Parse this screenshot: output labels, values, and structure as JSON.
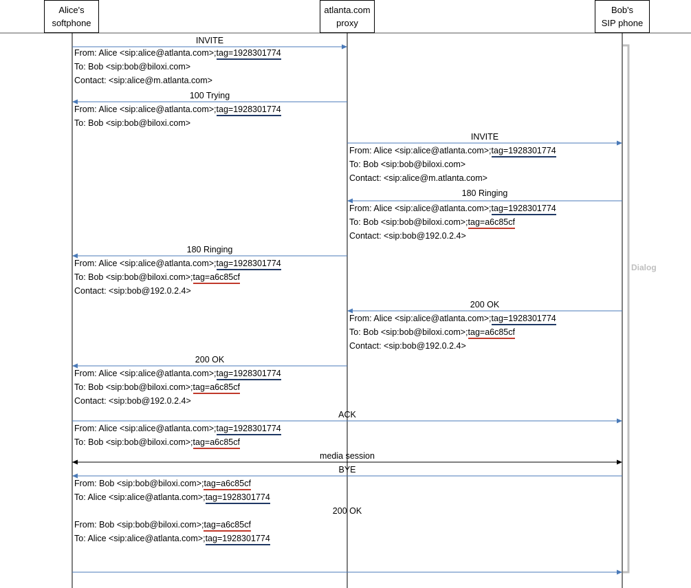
{
  "participants": {
    "alice": {
      "line1": "Alice's",
      "line2": "softphone"
    },
    "proxy": {
      "line1": "atlanta.com",
      "line2": "proxy"
    },
    "bob": {
      "line1": "Bob's",
      "line2": "SIP phone"
    }
  },
  "dialog_label": "Dialog",
  "colors": {
    "arrow": "#4a7ab8",
    "tag_alice": "#1f3864",
    "tag_bob": "#c0392b",
    "dialog_bracket": "#bfbfbf"
  },
  "messages": [
    {
      "label": "INVITE",
      "from": "alice",
      "to": "proxy",
      "headers": [
        {
          "pre": "From: Alice <sip:alice@atlanta.com>;",
          "tag": "tag=1928301774",
          "tag_color": "blue"
        },
        {
          "pre": "To: Bob <sip:bob@biloxi.com>",
          "tag": "",
          "tag_color": ""
        },
        {
          "pre": "Contact: <sip:alice@m.atlanta.com>",
          "tag": "",
          "tag_color": ""
        }
      ]
    },
    {
      "label": "100 Trying",
      "from": "proxy",
      "to": "alice",
      "headers": [
        {
          "pre": "From: Alice <sip:alice@atlanta.com>;",
          "tag": "tag=1928301774",
          "tag_color": "blue"
        },
        {
          "pre": "To: Bob <sip:bob@biloxi.com>",
          "tag": "",
          "tag_color": ""
        }
      ]
    },
    {
      "label": "INVITE",
      "from": "proxy",
      "to": "bob",
      "headers": [
        {
          "pre": "From: Alice <sip:alice@atlanta.com>;",
          "tag": "tag=1928301774",
          "tag_color": "blue"
        },
        {
          "pre": "To: Bob <sip:bob@biloxi.com>",
          "tag": "",
          "tag_color": ""
        },
        {
          "pre": "Contact: <sip:alice@m.atlanta.com>",
          "tag": "",
          "tag_color": ""
        }
      ]
    },
    {
      "label": "180 Ringing",
      "from": "bob",
      "to": "proxy",
      "headers": [
        {
          "pre": "From: Alice <sip:alice@atlanta.com>;",
          "tag": "tag=1928301774",
          "tag_color": "blue"
        },
        {
          "pre": "To: Bob <sip:bob@biloxi.com>;",
          "tag": "tag=a6c85cf",
          "tag_color": "red"
        },
        {
          "pre": "Contact: <sip:bob@192.0.2.4>",
          "tag": "",
          "tag_color": ""
        }
      ]
    },
    {
      "label": "180 Ringing",
      "from": "proxy",
      "to": "alice",
      "headers": [
        {
          "pre": "From: Alice <sip:alice@atlanta.com>;",
          "tag": "tag=1928301774",
          "tag_color": "blue"
        },
        {
          "pre": "To: Bob <sip:bob@biloxi.com>;",
          "tag": "tag=a6c85cf",
          "tag_color": "red"
        },
        {
          "pre": "Contact: <sip:bob@192.0.2.4>",
          "tag": "",
          "tag_color": ""
        }
      ]
    },
    {
      "label": "200 OK",
      "from": "bob",
      "to": "proxy",
      "headers": [
        {
          "pre": "From: Alice <sip:alice@atlanta.com>;",
          "tag": "tag=1928301774",
          "tag_color": "blue"
        },
        {
          "pre": "To: Bob <sip:bob@biloxi.com>;",
          "tag": "tag=a6c85cf",
          "tag_color": "red"
        },
        {
          "pre": "Contact: <sip:bob@192.0.2.4>",
          "tag": "",
          "tag_color": ""
        }
      ]
    },
    {
      "label": "200 OK",
      "from": "proxy",
      "to": "alice",
      "headers": [
        {
          "pre": "From: Alice <sip:alice@atlanta.com>;",
          "tag": "tag=1928301774",
          "tag_color": "blue"
        },
        {
          "pre": "To: Bob <sip:bob@biloxi.com>;",
          "tag": "tag=a6c85cf",
          "tag_color": "red"
        },
        {
          "pre": "Contact: <sip:bob@192.0.2.4>",
          "tag": "",
          "tag_color": ""
        }
      ]
    },
    {
      "label": "ACK",
      "from": "alice",
      "to": "bob",
      "headers": [
        {
          "pre": "From: Alice <sip:alice@atlanta.com>;",
          "tag": "tag=1928301774",
          "tag_color": "blue"
        },
        {
          "pre": "To: Bob <sip:bob@biloxi.com>;",
          "tag": "tag=a6c85cf",
          "tag_color": "red"
        }
      ]
    },
    {
      "label": "media session",
      "from": "alice",
      "to": "bob",
      "headers": []
    },
    {
      "label": "BYE",
      "from": "bob",
      "to": "alice",
      "headers": [
        {
          "pre": "From: Bob <sip:bob@biloxi.com>;",
          "tag": "tag=a6c85cf",
          "tag_color": "red"
        },
        {
          "pre": "To: Alice <sip:alice@atlanta.com>;",
          "tag": "tag=1928301774",
          "tag_color": "blue"
        }
      ]
    },
    {
      "label": "200 OK",
      "from": "alice",
      "to": "bob",
      "headers": [
        {
          "pre": "From: Bob <sip:bob@biloxi.com>;",
          "tag": "tag=a6c85cf",
          "tag_color": "red"
        },
        {
          "pre": "To: Alice <sip:alice@atlanta.com>;",
          "tag": "tag=1928301774",
          "tag_color": "blue"
        }
      ]
    }
  ]
}
